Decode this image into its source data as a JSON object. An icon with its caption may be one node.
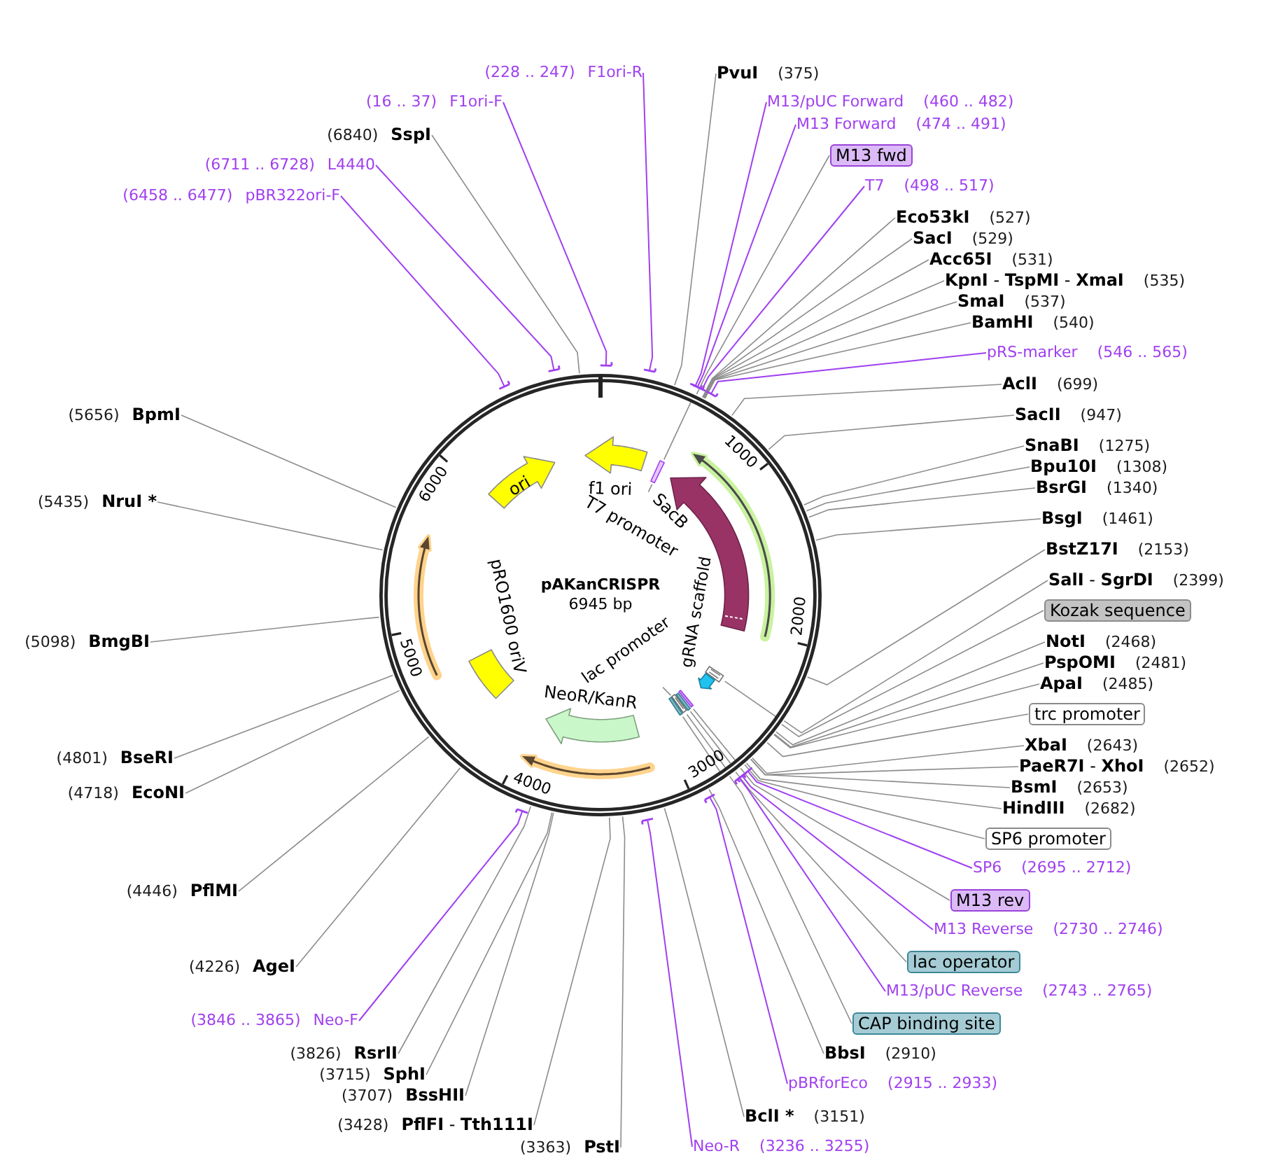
{
  "diagram": {
    "nodes": [
      {
        "text": [
          "pAKanCRISPR",
          "6945 bp"
        ]
      },
      {
        "text": [],
        "shape": "arrow",
        "beside": [
          "f1 ori"
        ],
        "in": 0
      },
      {
        "text": [],
        "shape": "bar",
        "in": 0
      },
      {
        "text": [
          "T7 promoter"
        ],
        "in": 0
      },
      {
        "text": [],
        "shape": "arrow",
        "beside": [
          "SacB"
        ],
        "in": 0
      },
      {
        "text": [],
        "shape": "arrow",
        "in": 0
      },
      {
        "text": [],
        "shape": "bar",
        "in": 0
      },
      {
        "text": [],
        "shape": "arrow",
        "beside": [
          "gRNA scaffold"
        ],
        "in": 0
      },
      {
        "text": [],
        "shape": "bar",
        "in": 0
      },
      {
        "text": [],
        "shape": "bar",
        "in": 0
      },
      {
        "text": [],
        "shape": "bar",
        "in": 0
      },
      {
        "text": [],
        "shape": "bar",
        "in": 0
      },
      {
        "text": [
          "lac promoter"
        ],
        "in": 0
      },
      {
        "text": [],
        "shape": "arrow",
        "beside": [
          "NeoR/KanR"
        ],
        "in": 0
      },
      {
        "text": [],
        "shape": "arrow",
        "in": 0
      },
      {
        "text": [],
        "shape": "box",
        "beside": [
          "pRO1600 oriV"
        ],
        "in": 0
      },
      {
        "text": [],
        "shape": "arrow",
        "in": 0
      },
      {
        "text": [
          "ori"
        ],
        "in": 0
      },
      {
        "text": [
          "(16 .. 37)",
          "F1ori-F"
        ]
      },
      {
        "text": [
          "(228 .. 247)",
          "F1ori-R"
        ]
      },
      {
        "text": [
          "PvuI",
          "(375)"
        ]
      },
      {
        "text": [
          "M13/pUC Forward",
          "(460 .. 482)"
        ]
      },
      {
        "text": [
          "M13 Forward",
          "(474 .. 491)"
        ]
      },
      {
        "text": [
          "M13 fwd"
        ]
      },
      {
        "text": [
          "T7",
          "(498 .. 517)"
        ]
      },
      {
        "text": [
          "Eco53kI",
          "(527)"
        ]
      },
      {
        "text": [
          "SacI",
          "(529)"
        ]
      },
      {
        "text": [
          "Acc65I",
          "(531)"
        ]
      },
      {
        "text": [
          "**KpnI** - **TspMI** - **XmaI**",
          "(535)"
        ]
      },
      {
        "text": [
          "SmaI",
          "(537)"
        ]
      },
      {
        "text": [
          "BamHI",
          "(540)"
        ]
      },
      {
        "text": [
          "pRS-marker",
          "(546 .. 565)"
        ]
      },
      {
        "text": [
          "AclI",
          "(699)"
        ]
      },
      {
        "text": [
          "SacII",
          "(947)"
        ]
      },
      {
        "text": [
          "SnaBI",
          "(1275)"
        ]
      },
      {
        "text": [
          "Bpu10I",
          "(1308)"
        ]
      },
      {
        "text": [
          "BsrGI",
          "(1340)"
        ]
      },
      {
        "text": [
          "BsgI",
          "(1461)"
        ]
      },
      {
        "text": [
          "BstZ17I",
          "(2153)"
        ]
      },
      {
        "text": [
          "**SalI** - **SgrDI**",
          "(2399)"
        ]
      },
      {
        "text": [
          "Kozak sequence"
        ]
      },
      {
        "text": [
          "NotI",
          "(2468)"
        ]
      },
      {
        "text": [
          "PspOMI",
          "(2481)"
        ]
      },
      {
        "text": [
          "ApaI",
          "(2485)"
        ]
      },
      {
        "text": [
          "trc promoter"
        ]
      },
      {
        "text": [
          "XbaI",
          "(2643)"
        ]
      },
      {
        "text": [
          "**PaeR7I** - **XhoI**",
          "(2652)"
        ]
      },
      {
        "text": [
          "BsmI",
          "(2653)"
        ]
      },
      {
        "text": [
          "HindIII",
          "(2682)"
        ]
      },
      {
        "text": [
          "SP6 promoter"
        ]
      },
      {
        "text": [
          "SP6",
          "(2695 .. 2712)"
        ]
      },
      {
        "text": [
          "M13 rev"
        ]
      },
      {
        "text": [
          "M13 Reverse",
          "(2730 .. 2746)"
        ]
      },
      {
        "text": [
          "lac operator"
        ]
      },
      {
        "text": [
          "M13/pUC Reverse",
          "(2743 .. 2765)"
        ]
      },
      {
        "text": [
          "CAP binding site"
        ]
      },
      {
        "text": [
          "BbsI",
          "(2910)"
        ]
      },
      {
        "text": [
          "pBRforEco",
          "(2915 .. 2933)"
        ]
      },
      {
        "text": [
          "BclI *",
          "(3151)"
        ]
      },
      {
        "text": [
          "Neo-R",
          "(3236 .. 3255)"
        ]
      },
      {
        "text": [
          "(3363)",
          "PstI"
        ]
      },
      {
        "text": [
          "(3428)",
          "**PflFI** - **Tth111I**"
        ]
      },
      {
        "text": [
          "(3707)",
          "BssHII"
        ]
      },
      {
        "text": [
          "(3715)",
          "SphI"
        ]
      },
      {
        "text": [
          "(3826)",
          "RsrII"
        ]
      },
      {
        "text": [
          "(3846 .. 3865)",
          "Neo-F"
        ]
      },
      {
        "text": [
          "(4226)",
          "AgeI"
        ]
      },
      {
        "text": [
          "(4446)",
          "PflMI"
        ]
      },
      {
        "text": [
          "(4718)",
          "EcoNI"
        ]
      },
      {
        "text": [
          "(4801)",
          "BseRI"
        ]
      },
      {
        "text": [
          "(5098)",
          "BmgBI"
        ]
      },
      {
        "text": [
          "(5435)",
          "NruI *"
        ]
      },
      {
        "text": [
          "(5656)",
          "BpmI"
        ]
      },
      {
        "text": [
          "(6458 .. 6477)",
          "pBR322ori-F"
        ]
      },
      {
        "text": [
          "(6711 .. 6728)",
          "L4440"
        ]
      },
      {
        "text": [
          "(6840)",
          "SspI"
        ]
      }
    ],
    "edges": [
      {
        "from": 3,
        "to": 2,
        "arrow": "none"
      },
      {
        "from": 2,
        "to": 0,
        "arrow": "none"
      },
      {
        "from": 12,
        "to": 10,
        "arrow": "none"
      },
      {
        "from": 6,
        "to": 0,
        "arrow": "none"
      },
      {
        "from": 8,
        "to": 0,
        "arrow": "none"
      },
      {
        "from": 9,
        "to": 0,
        "arrow": "none"
      },
      {
        "from": 10,
        "to": 0,
        "arrow": "none"
      },
      {
        "from": 11,
        "to": 0,
        "arrow": "none"
      },
      {
        "from": 18,
        "to": 0,
        "arrow": "other",
        "color": "#a040f0"
      },
      {
        "from": 19,
        "to": 0,
        "arrow": "other",
        "color": "#a040f0"
      },
      {
        "from": 20,
        "to": 0,
        "arrow": "none"
      },
      {
        "from": 21,
        "to": 0,
        "arrow": "other",
        "color": "#a040f0"
      },
      {
        "from": 22,
        "to": 0,
        "arrow": "other",
        "color": "#a040f0"
      },
      {
        "from": 23,
        "to": 0,
        "arrow": "none"
      },
      {
        "from": 24,
        "to": 0,
        "arrow": "other",
        "color": "#a040f0"
      },
      {
        "from": 25,
        "to": 0,
        "arrow": "none"
      },
      {
        "from": 26,
        "to": 0,
        "arrow": "none"
      },
      {
        "from": 27,
        "to": 0,
        "arrow": "none"
      },
      {
        "from": 28,
        "to": 0,
        "arrow": "none"
      },
      {
        "from": 29,
        "to": 0,
        "arrow": "none"
      },
      {
        "from": 30,
        "to": 0,
        "arrow": "none"
      },
      {
        "from": 31,
        "to": 0,
        "arrow": "other",
        "color": "#a040f0"
      },
      {
        "from": 32,
        "to": 0,
        "arrow": "none"
      },
      {
        "from": 33,
        "to": 0,
        "arrow": "none"
      },
      {
        "from": 34,
        "to": 0,
        "arrow": "none"
      },
      {
        "from": 35,
        "to": 0,
        "arrow": "none"
      },
      {
        "from": 36,
        "to": 0,
        "arrow": "none"
      },
      {
        "from": 37,
        "to": 0,
        "arrow": "none"
      },
      {
        "from": 38,
        "to": 0,
        "arrow": "none"
      },
      {
        "from": 39,
        "to": 0,
        "arrow": "none"
      },
      {
        "from": 40,
        "to": 0,
        "arrow": "none"
      },
      {
        "from": 41,
        "to": 0,
        "arrow": "none"
      },
      {
        "from": 42,
        "to": 0,
        "arrow": "none"
      },
      {
        "from": 43,
        "to": 0,
        "arrow": "none"
      },
      {
        "from": 44,
        "to": 0,
        "arrow": "none"
      },
      {
        "from": 45,
        "to": 0,
        "arrow": "none"
      },
      {
        "from": 46,
        "to": 0,
        "arrow": "none"
      },
      {
        "from": 47,
        "to": 0,
        "arrow": "none"
      },
      {
        "from": 48,
        "to": 0,
        "arrow": "none"
      },
      {
        "from": 49,
        "to": 0,
        "arrow": "none"
      },
      {
        "from": 50,
        "to": 0,
        "arrow": "other",
        "color": "#a040f0"
      },
      {
        "from": 51,
        "to": 0,
        "arrow": "none"
      },
      {
        "from": 52,
        "to": 0,
        "arrow": "other",
        "color": "#a040f0"
      },
      {
        "from": 53,
        "to": 0,
        "arrow": "none"
      },
      {
        "from": 54,
        "to": 0,
        "arrow": "other",
        "color": "#a040f0"
      },
      {
        "from": 55,
        "to": 0,
        "arrow": "none"
      },
      {
        "from": 56,
        "to": 0,
        "arrow": "none"
      },
      {
        "from": 57,
        "to": 0,
        "arrow": "other",
        "color": "#a040f0"
      },
      {
        "from": 58,
        "to": 0,
        "arrow": "none"
      },
      {
        "from": 59,
        "to": 0,
        "arrow": "other",
        "color": "#a040f0"
      },
      {
        "from": 60,
        "to": 0,
        "arrow": "none"
      },
      {
        "from": 61,
        "to": 0,
        "arrow": "none"
      },
      {
        "from": 62,
        "to": 0,
        "arrow": "none"
      },
      {
        "from": 63,
        "to": 0,
        "arrow": "none"
      },
      {
        "from": 64,
        "to": 0,
        "arrow": "none"
      },
      {
        "from": 65,
        "to": 0,
        "arrow": "other",
        "color": "#a040f0"
      },
      {
        "from": 66,
        "to": 0,
        "arrow": "none"
      },
      {
        "from": 67,
        "to": 0,
        "arrow": "none"
      },
      {
        "from": 68,
        "to": 0,
        "arrow": "none"
      },
      {
        "from": 69,
        "to": 0,
        "arrow": "none"
      },
      {
        "from": 70,
        "to": 0,
        "arrow": "none"
      },
      {
        "from": 71,
        "to": 0,
        "arrow": "none"
      },
      {
        "from": 72,
        "to": 0,
        "arrow": "none"
      },
      {
        "from": 73,
        "to": 0,
        "arrow": "other",
        "color": "#a040f0"
      },
      {
        "from": 74,
        "to": 0,
        "arrow": "other",
        "color": "#a040f0"
      },
      {
        "from": 75,
        "to": 0,
        "arrow": "none"
      }
    ],
    "labels": [
      "1000",
      "2000",
      "3000",
      "4000",
      "5000",
      "6000"
    ]
  }
}
